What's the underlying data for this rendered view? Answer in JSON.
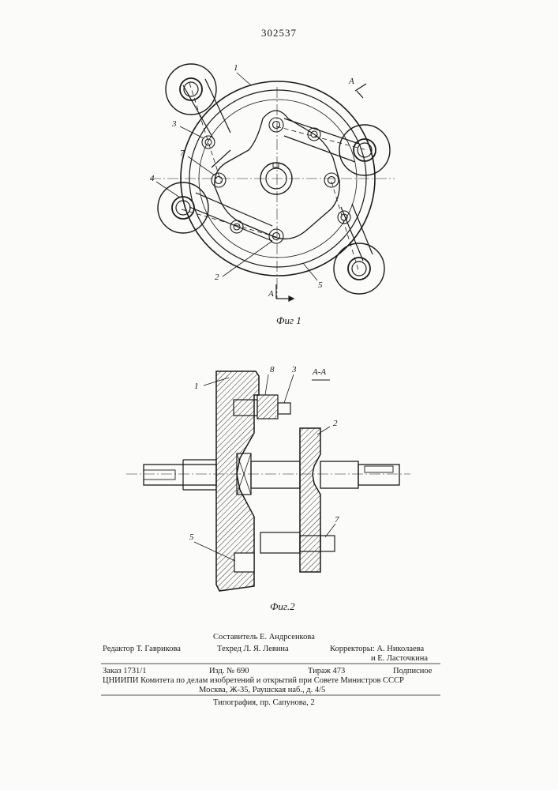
{
  "patent_number": "302537",
  "fig1": {
    "caption": "Фиг 1",
    "section_mark": "A",
    "labels": {
      "l1": "1",
      "l2": "2",
      "l3": "3",
      "l4": "4",
      "l5": "5",
      "l7": "7"
    }
  },
  "fig2": {
    "caption": "Фиг.2",
    "section_title": "А-А",
    "labels": {
      "l1": "1",
      "l2": "2",
      "l3": "3",
      "l5": "5",
      "l7": "7",
      "l8": "8"
    }
  },
  "imprint": {
    "compiler": "Составитель Е. Андрсенкова",
    "editor": "Редактор Т. Гаврикова",
    "techred": "Техред Л. Я. Левина",
    "correctors": "Корректоры: А. Николаева",
    "corrector2": "и Е. Ласточкина",
    "order": "Заказ 1731/1",
    "izd": "Изд. № 690",
    "tirazh": "Тираж 473",
    "podpisnoe": "Подписное",
    "org": "ЦНИИПИ Комитета по делам изобретений и открытий при Совете Министров СССР",
    "address": "Москва, Ж-35, Раушская наб., д. 4/5",
    "printer": "Типография, пр. Сапунова, 2"
  }
}
